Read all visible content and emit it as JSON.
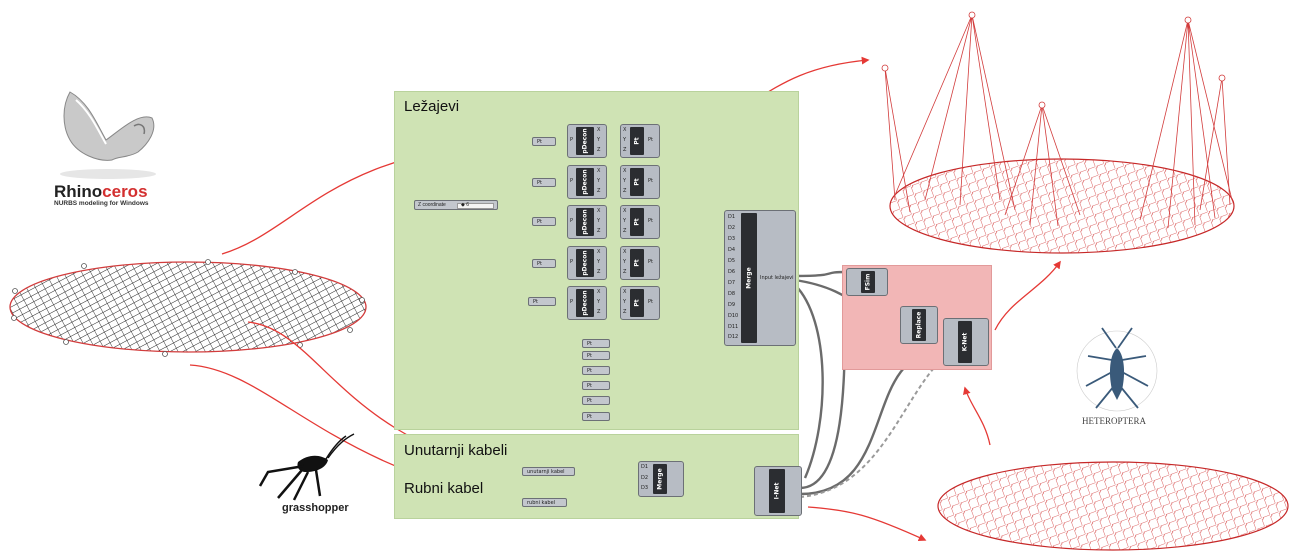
{
  "logos": {
    "rhino_name_dark": "Rhino",
    "rhino_name_red": "ceros",
    "rhino_tagline": "NURBS modeling for Windows",
    "grasshopper_name": "grasshopper",
    "heteroptera_name": "HETEROPTERA"
  },
  "groups": {
    "bearings_label": "Ležajevi",
    "inner_cables_label": "Unutarnji kabeli",
    "edge_cable_label": "Rubni kabel"
  },
  "nodes": {
    "pt_label": "Pt",
    "pdecon_label": "pDecon",
    "pdecon_pins_in": "P",
    "pdecon_pins_out": [
      "X",
      "Y",
      "Z"
    ],
    "pt_pins_in": [
      "X",
      "Y",
      "Z"
    ],
    "slider_label": "Z coordinate",
    "slider_value": "◆ 6",
    "merge_label": "Merge",
    "merge_inputs": [
      "D1",
      "D2",
      "D3",
      "D4",
      "D5",
      "D6",
      "D7",
      "D8",
      "D9",
      "D10",
      "D11",
      "D12"
    ],
    "merge_output": "Input ležajevi",
    "small_merge_inputs": [
      "D1",
      "D2",
      "D3"
    ],
    "inner_param_label": "unutarnji kabel",
    "edge_param_label": "rubni kabel",
    "fsim_label": "FSim",
    "replace_label": "Replace",
    "knet_label": "K-Net",
    "inet_label": "I-Net"
  }
}
